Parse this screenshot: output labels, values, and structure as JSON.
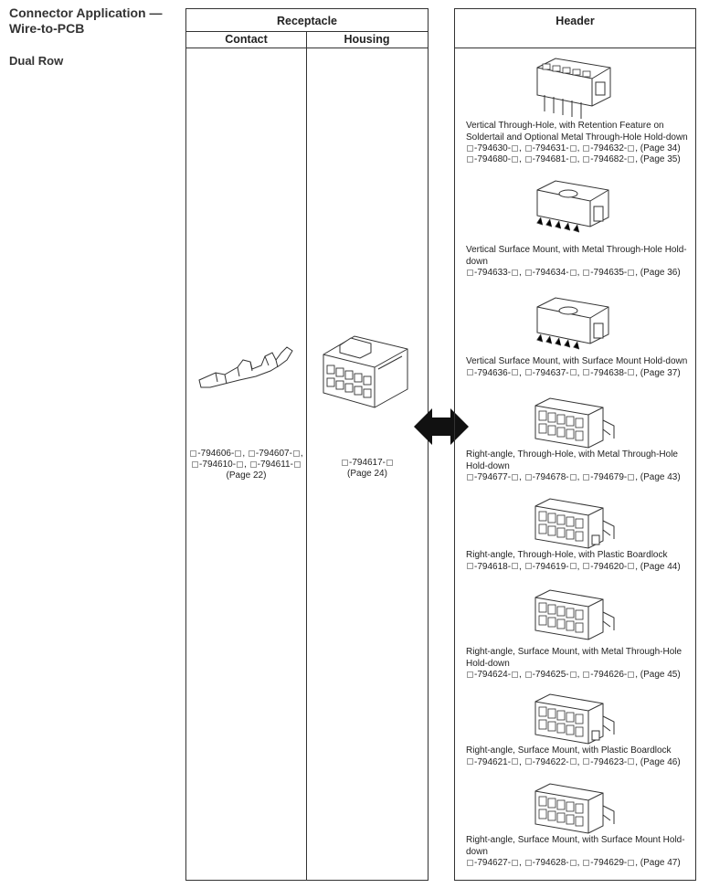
{
  "sidebar": {
    "title_line1": "Connector Application —",
    "title_line2": "Wire-to-PCB",
    "subtitle": "Dual Row"
  },
  "receptacle": {
    "title": "Receptacle",
    "contact": {
      "heading": "Contact",
      "parts_line1": "-794606-",
      "parts_line1b": "-794607-",
      "parts_line2": "-794610-",
      "parts_line2b": "-794611-",
      "page": "(Page 22)"
    },
    "housing": {
      "heading": "Housing",
      "part": "-794617-",
      "page": "(Page 24)"
    }
  },
  "header": {
    "title": "Header",
    "entries": [
      {
        "desc": "Vertical Through-Hole, with Retention Feature on Soldertail and Optional Metal Through-Hole Hold-down",
        "rows": [
          [
            "-794630-",
            "-794631-",
            "-794632-",
            "(Page 34)"
          ],
          [
            "-794680-",
            "-794681-",
            "-794682-",
            "(Page 35)"
          ]
        ]
      },
      {
        "desc": "Vertical Surface Mount, with Metal Through-Hole Hold-down",
        "rows": [
          [
            "-794633-",
            "-794634-",
            "-794635-",
            "(Page 36)"
          ]
        ]
      },
      {
        "desc": "Vertical Surface Mount, with Surface Mount Hold-down",
        "rows": [
          [
            "-794636-",
            "-794637-",
            "-794638-",
            "(Page 37)"
          ]
        ]
      },
      {
        "desc": "Right-angle, Through-Hole, with Metal Through-Hole Hold-down",
        "rows": [
          [
            "-794677-",
            "-794678-",
            "-794679-",
            "(Page 43)"
          ]
        ]
      },
      {
        "desc": "Right-angle, Through-Hole, with Plastic Boardlock",
        "rows": [
          [
            "-794618-",
            "-794619-",
            "-794620-",
            "(Page 44)"
          ]
        ]
      },
      {
        "desc": "Right-angle, Surface Mount, with Metal Through-Hole Hold-down",
        "rows": [
          [
            "-794624-",
            "-794625-",
            "-794626-",
            "(Page 45)"
          ]
        ]
      },
      {
        "desc": "Right-angle, Surface Mount, with Plastic Boardlock",
        "rows": [
          [
            "-794621-",
            "-794622-",
            "-794623-",
            "(Page 46)"
          ]
        ]
      },
      {
        "desc": "Right-angle, Surface Mount, with Surface Mount Hold-down",
        "rows": [
          [
            "-794627-",
            "-794628-",
            "-794629-",
            "(Page 47)"
          ]
        ]
      }
    ]
  }
}
